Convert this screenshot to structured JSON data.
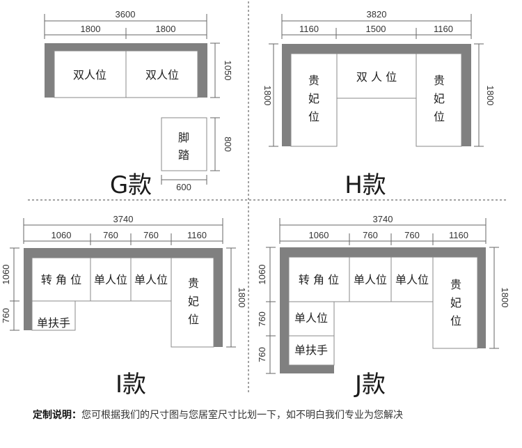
{
  "colors": {
    "frame": "#808080",
    "line": "#666666",
    "text": "#222222"
  },
  "g": {
    "style": "G款",
    "total": "3600",
    "seg1": "1800",
    "seg2": "1800",
    "depth": "1050",
    "seat_left": "双人位",
    "seat_right": "双人位",
    "ottoman_line1": "脚",
    "ottoman_line2": "踏",
    "ottoman_depth": "800",
    "ottoman_width": "600"
  },
  "h": {
    "style": "H款",
    "total": "3820",
    "seg1": "1160",
    "seg2": "1500",
    "seg3": "1160",
    "left_depth": "1800",
    "right_depth": "1800",
    "middle": "双 人 位",
    "chaise_line1": "贵",
    "chaise_line2": "妃",
    "chaise_line3": "位"
  },
  "i": {
    "style": "I款",
    "total": "3740",
    "seg1": "1060",
    "seg2": "760",
    "seg3": "760",
    "seg4": "1160",
    "left_top": "1060",
    "left_bottom": "760",
    "right_depth": "1800",
    "corner": "转 角 位",
    "single1": "单人位",
    "single2": "单人位",
    "armrest": "单扶手",
    "chaise_line1": "贵",
    "chaise_line2": "妃",
    "chaise_line3": "位"
  },
  "j": {
    "style": "J款",
    "total": "3740",
    "seg1": "1060",
    "seg2": "760",
    "seg3": "760",
    "seg4": "1160",
    "left_top": "1060",
    "left_mid": "760",
    "left_bottom": "760",
    "right_depth": "1800",
    "corner": "转 角 位",
    "single1": "单人位",
    "single2": "单人位",
    "single3": "单人位",
    "armrest": "单扶手",
    "chaise_line1": "贵",
    "chaise_line2": "妃",
    "chaise_line3": "位"
  },
  "footer": {
    "label": "定制说明：",
    "text": "您可根据我们的尺寸图与您居室尺寸比划一下，如不明白我们专业为您解决"
  }
}
